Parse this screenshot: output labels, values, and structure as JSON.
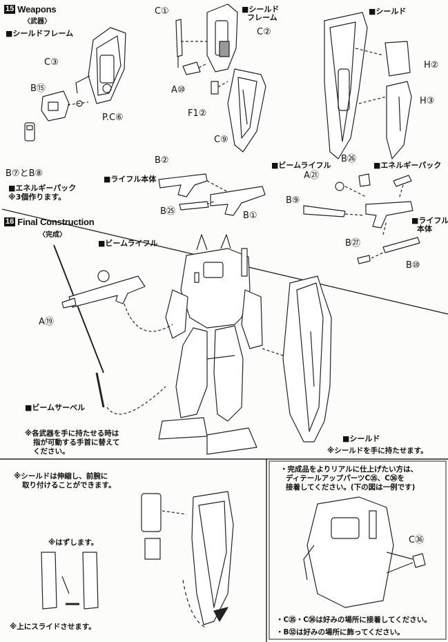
{
  "step15": {
    "num": "15",
    "title": "Weapons",
    "subtitle": "〈武器〉"
  },
  "step16": {
    "num": "16",
    "title": "Final Construction",
    "subtitle": "〈完成〉"
  },
  "labels": {
    "shield_frame_left": "■シールドフレーム",
    "shield_frame_top_1": "■シールド",
    "shield_frame_top_2": "フレーム",
    "shield_top_right": "■シールド",
    "energy_pack_left": "■エネルギーパック",
    "energy_pack_note": "※3個作ります。",
    "rifle_body_mid": "■ライフル本体",
    "beam_rifle_right": "■ビームライフル",
    "energy_pack_right": "■エネルギーパック",
    "rifle_body_right_1": "■ライフル",
    "rifle_body_right_2": "本体",
    "beam_rifle_16": "■ビームライフル",
    "beam_saber": "■ビームサーベル",
    "shield_16": "■シールド"
  },
  "parts": {
    "c1": "C①",
    "c2": "C②",
    "c3": "C③",
    "c9": "C⑨",
    "a10": "A⑩",
    "f12": "F1②",
    "b15": "B⑮",
    "pc6": "P.C⑥",
    "b7b8": "B⑦とB⑧",
    "h2": "H②",
    "h3": "H③",
    "b2": "B②",
    "b25": "B㉕",
    "b1": "B①",
    "b26": "B㉖",
    "a21": "A㉑",
    "b9": "B⑨",
    "b27": "B㉗",
    "b10": "B⑩",
    "a19": "A⑲",
    "c36": "C㊱"
  },
  "notes": {
    "hand_swap": [
      "※各武器を手に持たせる時は",
      "指が可動する手首に替えて",
      "ください。"
    ],
    "shield_hand": "※シールドを手に持たせます。",
    "shield_extend": [
      "※シールドは伸縮し、前腕に",
      "取り付けることができます。"
    ],
    "remove": "※はずします。",
    "slide_up": "※上にスライドさせます。",
    "detail_up": [
      "・完成品をよりリアルに仕上げたい方は、",
      "ディテールアップパーツC㉟、C㊱を",
      "接着してください。(下の図は一例です)"
    ],
    "glue_c35_c36": "・C㉟・C㊱は好みの場所に接着してください。",
    "decorate_b32": "・B㉜は好みの場所に飾ってください。"
  }
}
